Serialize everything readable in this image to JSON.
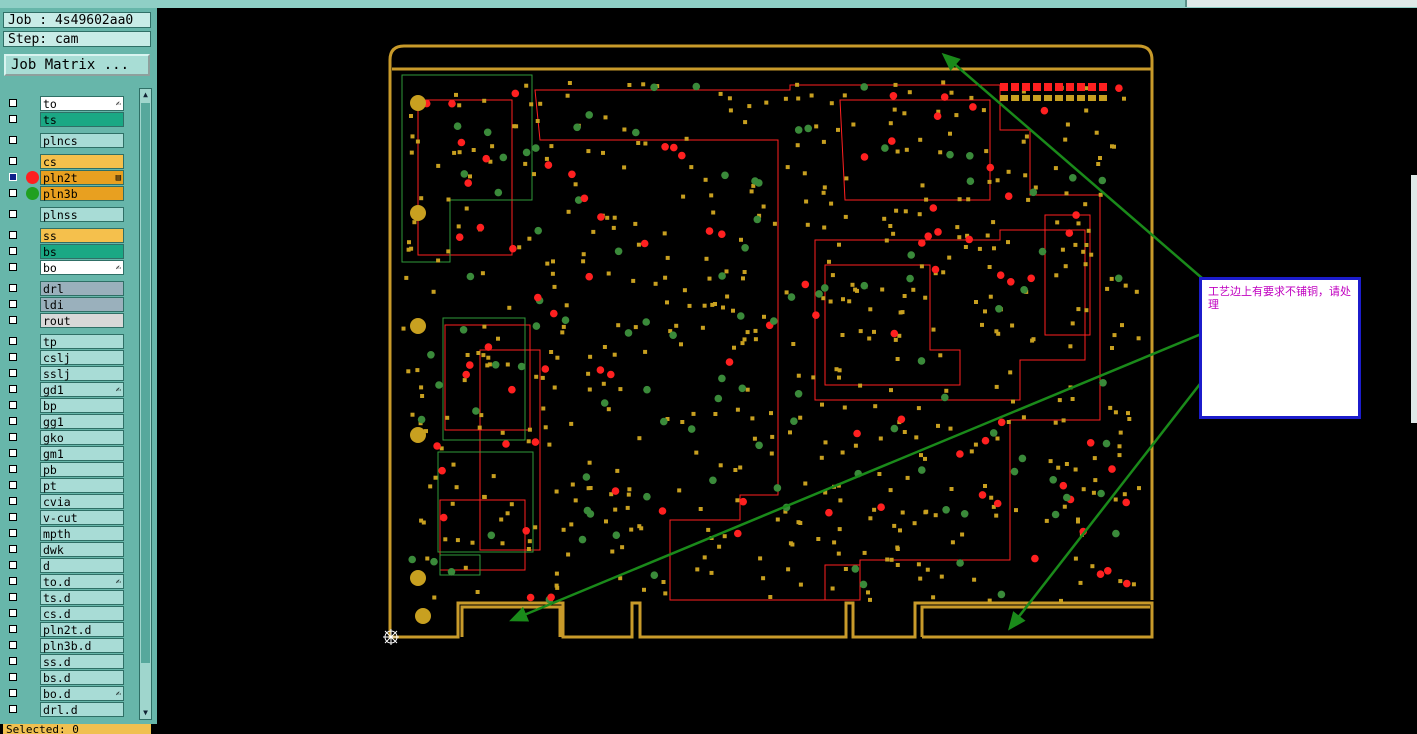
{
  "job_info": {
    "job": "Job : 4s49602aa0",
    "step": "Step: cam"
  },
  "job_matrix_button": "Job Matrix ...",
  "layers": [
    {
      "name": "to",
      "bg": "#ffffff",
      "mark": "✍"
    },
    {
      "name": "ts",
      "bg": "#1aa884"
    },
    {
      "gap": true,
      "name": "plncs",
      "bg": "#a8dcd6"
    },
    {
      "gap": true,
      "name": "cs",
      "bg": "#f5c04c"
    },
    {
      "name": "pln2t",
      "bg": "#e8a020",
      "selected": true,
      "dot": "#ff2020",
      "mark": "▤"
    },
    {
      "name": "pln3b",
      "bg": "#e8a020",
      "dot": "#20a020"
    },
    {
      "gap": true,
      "name": "plnss",
      "bg": "#a8dcd6"
    },
    {
      "gap": true,
      "name": "ss",
      "bg": "#f5c04c"
    },
    {
      "name": "bs",
      "bg": "#1aa884"
    },
    {
      "name": "bo",
      "bg": "#ffffff",
      "mark": "✍"
    },
    {
      "gap": true,
      "name": "drl",
      "bg": "#9ab0bc"
    },
    {
      "name": "ldi",
      "bg": "#9ab0bc"
    },
    {
      "name": "rout",
      "bg": "#d8d8d8"
    },
    {
      "gap": true,
      "name": "tp",
      "bg": "#a8dcd6"
    },
    {
      "name": "cslj",
      "bg": "#a8dcd6"
    },
    {
      "name": "sslj",
      "bg": "#a8dcd6"
    },
    {
      "name": "gd1",
      "bg": "#a8dcd6",
      "mark": "✍"
    },
    {
      "name": "bp",
      "bg": "#a8dcd6"
    },
    {
      "name": "gg1",
      "bg": "#a8dcd6"
    },
    {
      "name": "gko",
      "bg": "#a8dcd6"
    },
    {
      "name": "gm1",
      "bg": "#a8dcd6"
    },
    {
      "name": "pb",
      "bg": "#a8dcd6"
    },
    {
      "name": "pt",
      "bg": "#a8dcd6"
    },
    {
      "name": "cvia",
      "bg": "#a8dcd6"
    },
    {
      "name": "v-cut",
      "bg": "#a8dcd6"
    },
    {
      "name": "mpth",
      "bg": "#a8dcd6"
    },
    {
      "name": "dwk",
      "bg": "#a8dcd6"
    },
    {
      "name": "d",
      "bg": "#a8dcd6"
    },
    {
      "name": "to.d",
      "bg": "#a8dcd6",
      "mark": "✍"
    },
    {
      "name": "ts.d",
      "bg": "#a8dcd6"
    },
    {
      "name": "cs.d",
      "bg": "#a8dcd6"
    },
    {
      "name": "pln2t.d",
      "bg": "#a8dcd6"
    },
    {
      "name": "pln3b.d",
      "bg": "#a8dcd6"
    },
    {
      "name": "ss.d",
      "bg": "#a8dcd6"
    },
    {
      "name": "bs.d",
      "bg": "#a8dcd6"
    },
    {
      "name": "bo.d",
      "bg": "#a8dcd6",
      "mark": "✍"
    },
    {
      "name": "drl.d",
      "bg": "#a8dcd6"
    }
  ],
  "selection_info": "Selected: 0",
  "annotation": {
    "text": "工艺边上有要求不铺铜，请处理"
  },
  "colors": {
    "board_outline": "#c89a2a",
    "trace": "#ff2020",
    "pad": "#c8a020",
    "pad_green": "#3a8a3a",
    "arrow": "#1a8a1a"
  }
}
